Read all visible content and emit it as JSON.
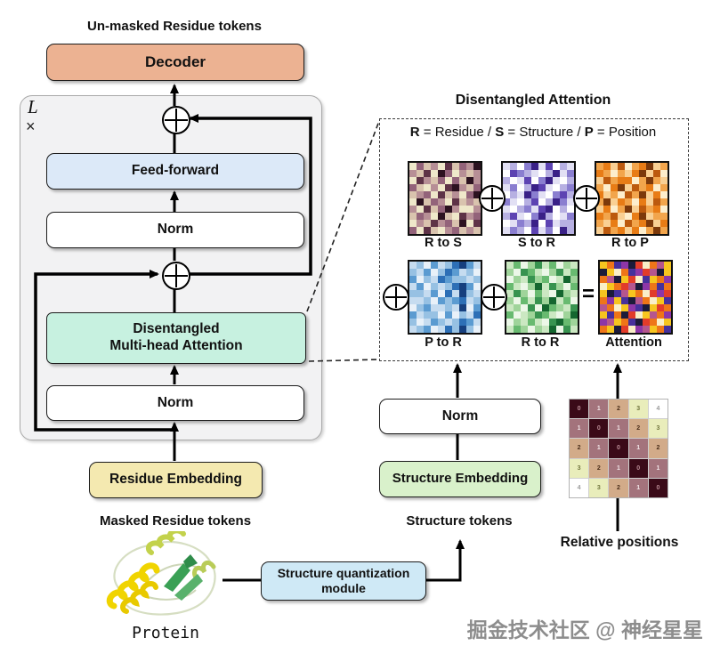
{
  "left": {
    "unmasked_tokens_label": "Un-masked Residue tokens",
    "decoder_label": "Decoder",
    "layers_label": "L",
    "times_label": "×",
    "feed_forward_label": "Feed-forward",
    "norm_top_label": "Norm",
    "attention_line1": "Disentangled",
    "attention_line2": "Multi-head Attention",
    "norm_bottom_label": "Norm",
    "residue_embedding_label": "Residue Embedding",
    "masked_tokens_label": "Masked Residue tokens",
    "protein_label": "Protein"
  },
  "bottom": {
    "quant_line1": "Structure quantization",
    "quant_line2": "module",
    "structure_tokens_label": "Structure tokens",
    "structure_embedding_label": "Structure Embedding",
    "norm_label": "Norm",
    "relative_positions_label": "Relative positions"
  },
  "panel": {
    "title": "Disentangled Attention",
    "legend": {
      "k1": "R",
      "t1": " = Residue / ",
      "k2": "S",
      "t2": " = Structure  / ",
      "k3": "P",
      "t3": " = Position"
    },
    "equals_symbol": "=",
    "heatmaps": [
      {
        "label": "R to S",
        "palette": [
          "#efe8ca",
          "#d9c3ae",
          "#b78f96",
          "#93637a",
          "#5e3347",
          "#2c1220"
        ],
        "rows": [
          "0312041325",
          "2140530212",
          "0421303152",
          "3102045213",
          "1230412035",
          "0513204121",
          "2041352002",
          "1320510423",
          "0214231504",
          "3041023121"
        ]
      },
      {
        "label": "S to R",
        "palette": [
          "#ffffff",
          "#e2e0f4",
          "#b7b0e2",
          "#8a7ed0",
          "#5d43b2",
          "#3a2187"
        ],
        "rows": [
          "1203514021",
          "0432102513",
          "2014035102",
          "1302541023",
          "0215310342",
          "3102402531",
          "1023145020",
          "2410352013",
          "0132504122",
          "1320413052"
        ]
      },
      {
        "label": "R to P",
        "palette": [
          "#fdeecd",
          "#f9d094",
          "#f2a54c",
          "#e87c16",
          "#bc5a0e",
          "#7c390b"
        ],
        "rows": [
          "2314023512",
          "3202135140",
          "1423302521",
          "2035142302",
          "3120425130",
          "2513203142",
          "1302514230",
          "3241035122",
          "2130423513",
          "1423130252"
        ]
      },
      {
        "label": "P to R",
        "palette": [
          "#e9f1f9",
          "#c6dcf0",
          "#97c1e3",
          "#5b9bd1",
          "#2d6fb6",
          "#163f7e"
        ],
        "rows": [
          "1203124531",
          "2130243120",
          "3021432212",
          "1302124530",
          "2213041521",
          "1120323412",
          "0231121503",
          "3122030214",
          "2013212431",
          "1230142520"
        ]
      },
      {
        "label": "R to R",
        "palette": [
          "#ecf7e8",
          "#cbe8c2",
          "#9fd49a",
          "#68ba70",
          "#389350",
          "#14662f"
        ],
        "rows": [
          "1302413021",
          "2043102413",
          "0214230152",
          "3102514203",
          "1420310521",
          "2031425130",
          "1204053214",
          "3012431025",
          "0213104532",
          "1320215041"
        ]
      },
      {
        "label": "Attention",
        "palette": [
          "#f6c51f",
          "#ee7518",
          "#e23c2a",
          "#8d36a8",
          "#46309c",
          "#1b1b3a",
          "#f9efc9",
          "#b5568e"
        ],
        "rows": [
          "0143526170",
          "5061432750",
          "1750264013",
          "6012753141",
          "0547016232",
          "1304571604",
          "7160345021",
          "0415260713",
          "3701452160",
          "1052637014"
        ]
      }
    ]
  },
  "relative_positions": {
    "values": [
      [
        0,
        1,
        2,
        3,
        4
      ],
      [
        1,
        0,
        1,
        2,
        3
      ],
      [
        2,
        1,
        0,
        1,
        2
      ],
      [
        3,
        2,
        1,
        0,
        1
      ],
      [
        4,
        3,
        2,
        1,
        0
      ]
    ],
    "cell_colors": [
      "#3a0a18",
      "#a3737c",
      "#d2ab89",
      "#e9edbb",
      "#ffffff"
    ],
    "text_colors": [
      "#bb8c96",
      "#f2e6e8",
      "#4a2e1a",
      "#70743c",
      "#9a9a9a"
    ]
  },
  "watermark": "掘金技术社区 @ 神经星星",
  "colors": {
    "decoder_bg": "#ecb292",
    "feed_forward_bg": "#dce9f8",
    "attention_bg": "#c7f1e0",
    "residue_embedding_bg": "#f4e9b0",
    "structure_embedding_bg": "#d9f1cb",
    "quant_module_bg": "#cfe9f6",
    "norm_bg": "#ffffff",
    "container_bg": "#f2f2f3",
    "line_color": "#000000"
  }
}
